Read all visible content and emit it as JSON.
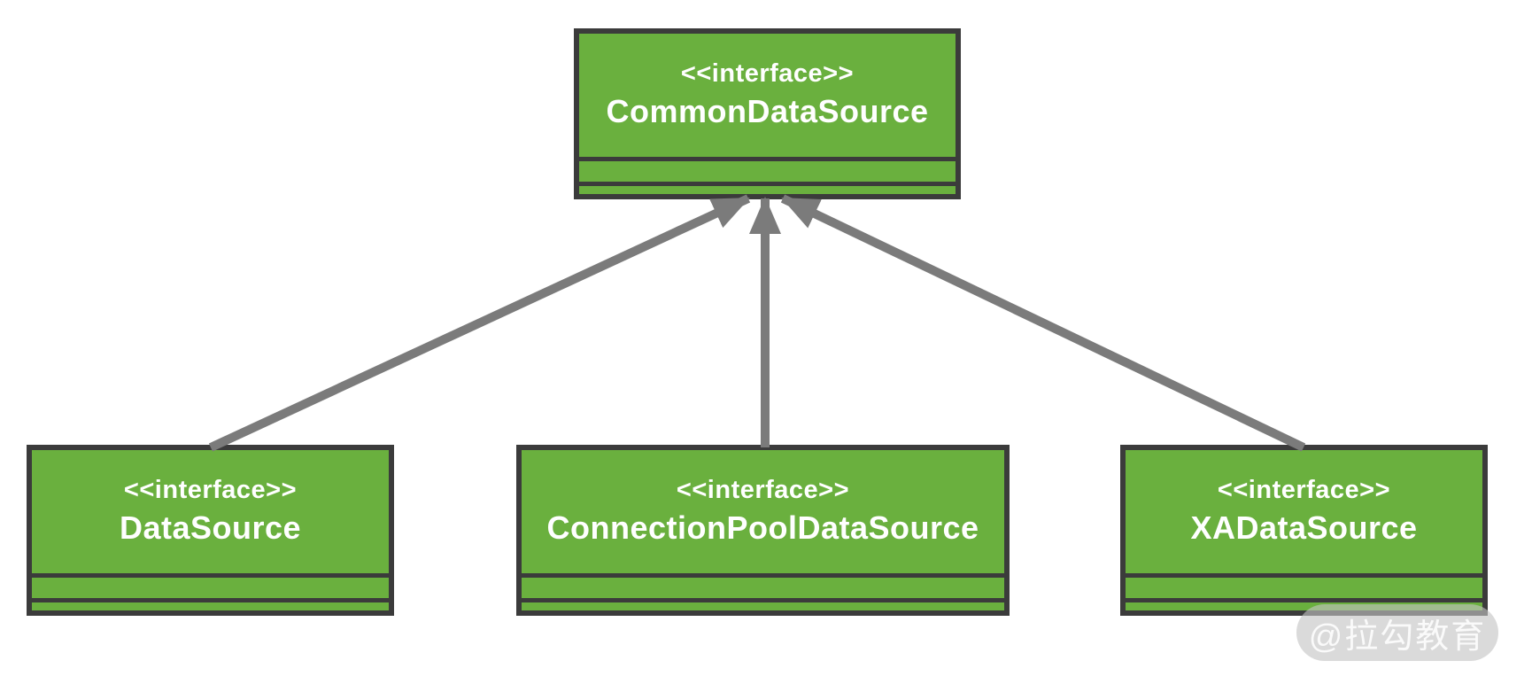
{
  "colors": {
    "node_fill": "#6ab03e",
    "node_border": "#3b3b3b",
    "edge": "#7b7b7b",
    "node_text": "#ffffff"
  },
  "nodes": [
    {
      "id": "common-data-source",
      "stereotype": "<<interface>>",
      "name": "CommonDataSource"
    },
    {
      "id": "data-source",
      "stereotype": "<<interface>>",
      "name": "DataSource"
    },
    {
      "id": "connection-pool-data-source",
      "stereotype": "<<interface>>",
      "name": "ConnectionPoolDataSource"
    },
    {
      "id": "xa-data-source",
      "stereotype": "<<interface>>",
      "name": "XADataSource"
    }
  ],
  "edges": [
    {
      "from": "DataSource",
      "to": "CommonDataSource",
      "type": "arrow"
    },
    {
      "from": "ConnectionPoolDataSource",
      "to": "CommonDataSource",
      "type": "arrow"
    },
    {
      "from": "XADataSource",
      "to": "CommonDataSource",
      "type": "arrow"
    }
  ],
  "watermark": {
    "text": "@拉勾教育"
  }
}
